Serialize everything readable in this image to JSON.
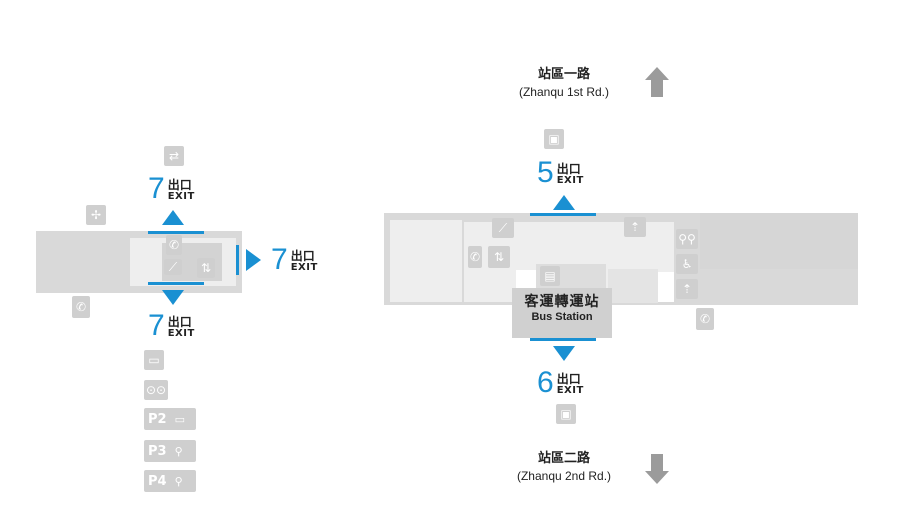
{
  "colors": {
    "accent": "#1a90d2",
    "block": "#d9d9d9",
    "icon": "#cfcfcf"
  },
  "roads": {
    "north": {
      "zh": "站區一路",
      "en": "(Zhanqu 1st Rd.)",
      "arrow_icon": "arrow-up-icon"
    },
    "south": {
      "zh": "站區二路",
      "en": "(Zhanqu 2nd Rd.)",
      "arrow_icon": "arrow-down-icon"
    }
  },
  "exits": {
    "exit7_top": {
      "num": "7",
      "zh": "出口",
      "en": "EXIT"
    },
    "exit7_right": {
      "num": "7",
      "zh": "出口",
      "en": "EXIT"
    },
    "exit7_bottom": {
      "num": "7",
      "zh": "出口",
      "en": "EXIT"
    },
    "exit5": {
      "num": "5",
      "zh": "出口",
      "en": "EXIT"
    },
    "exit6": {
      "num": "6",
      "zh": "出口",
      "en": "EXIT"
    }
  },
  "bus_station": {
    "zh": "客運轉運站",
    "en": "Bus Station"
  },
  "parking": [
    {
      "label": "P2",
      "icon": "car-icon"
    },
    {
      "label": "P3",
      "icon": "motorcycle-icon"
    },
    {
      "label": "P4",
      "icon": "motorcycle-icon"
    }
  ],
  "icons": {
    "kiss_and_ride": "kiss-and-ride-icon",
    "taxi_stand": "taxi-stand-icon",
    "compass": "compass-icon",
    "telephone": "telephone-icon",
    "escalator": "escalator-icon",
    "elevator": "elevator-icon",
    "car": "car-icon",
    "bicycle": "bicycle-icon",
    "bus": "bus-icon",
    "restroom": "restroom-icon",
    "wheelchair": "wheelchair-icon",
    "accessible_elevator": "accessible-elevator-icon",
    "ticket_office": "ticket-office-icon"
  }
}
